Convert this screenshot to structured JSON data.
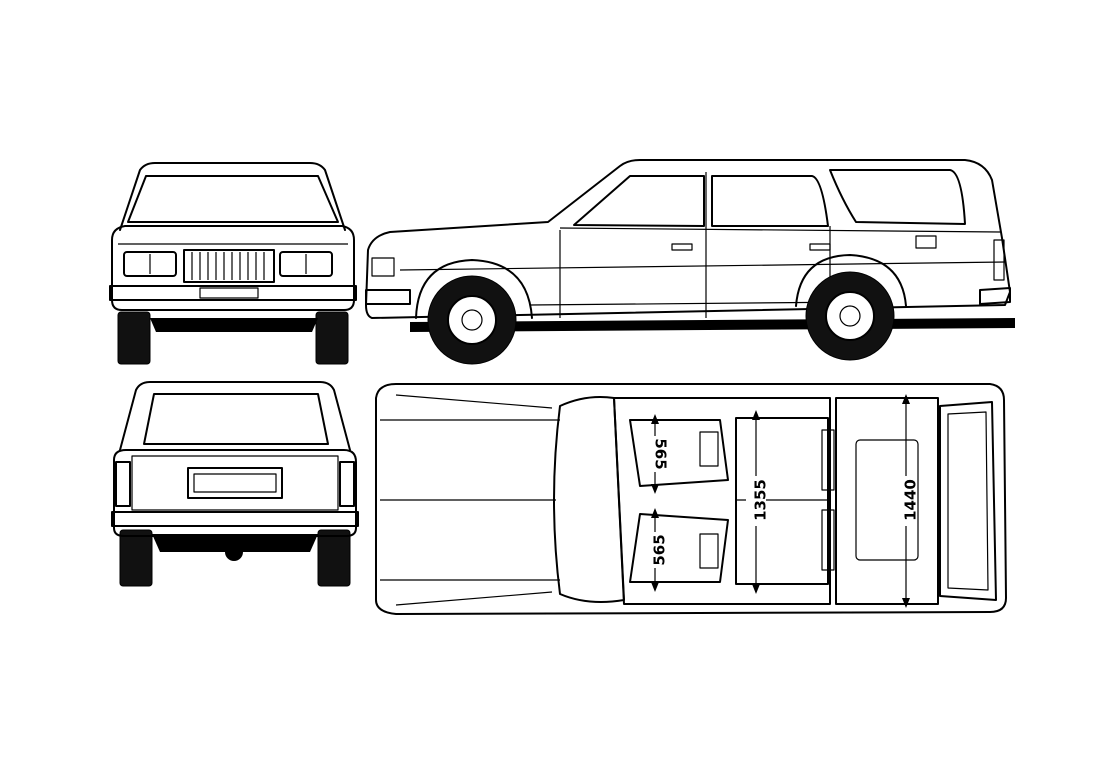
{
  "views": [
    {
      "id": "front",
      "name": "front-view"
    },
    {
      "id": "side",
      "name": "side-view"
    },
    {
      "id": "rear",
      "name": "rear-view"
    },
    {
      "id": "top",
      "name": "top-interior-view"
    }
  ],
  "dimensions": {
    "front_seat_width_upper": "565",
    "front_seat_width_lower": "565",
    "rear_seat_width": "1355",
    "cargo_width": "1440"
  }
}
